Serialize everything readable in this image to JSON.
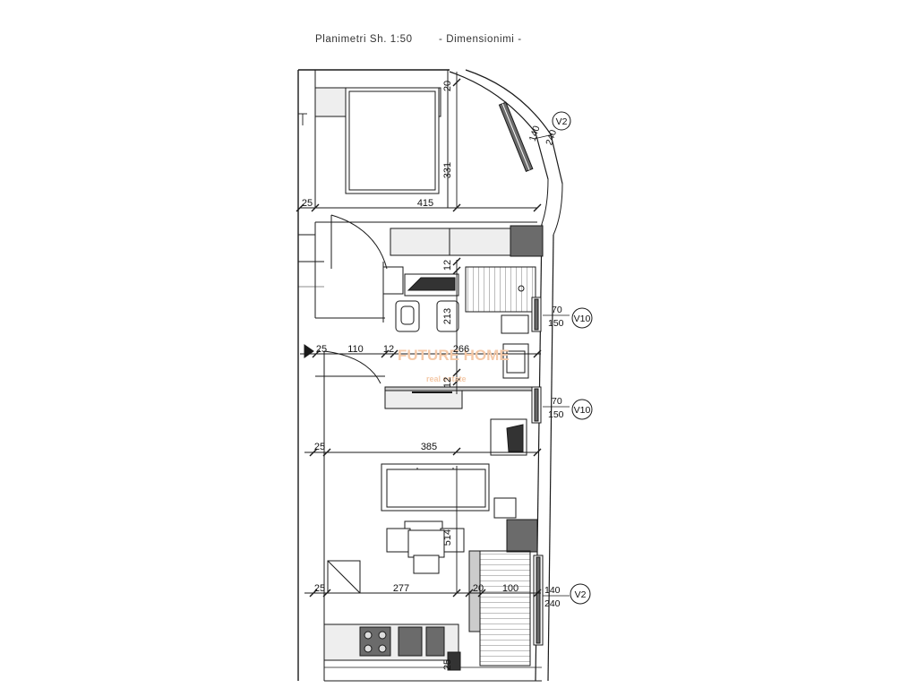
{
  "header": {
    "title": "Planimetri Sh. 1:50",
    "subtitle": "- Dimensionimi -"
  },
  "watermark": {
    "brand": "FUTURE HOME",
    "tagline": "real estate"
  },
  "colors": {
    "line": "#1a1a1a",
    "fill_dark": "#6b6b6b",
    "fill_light": "#eeeeee",
    "wall_light": "#c8c8c8"
  },
  "dimensions": {
    "top_20": "20",
    "bedroom_331": "331",
    "row1_25": "25",
    "row1_415": "415",
    "bath_12a": "12",
    "bath_213": "213",
    "row2_25": "25",
    "row2_110": "110",
    "row2_12": "12",
    "row2_266": "266",
    "bath_12b": "12",
    "row3_25": "25",
    "row3_385": "385",
    "living_514": "514",
    "row4_25": "25",
    "row4_277": "277",
    "row4_20": "20",
    "row4_100": "100",
    "bottom_25": "25"
  },
  "windows": [
    {
      "w": "140",
      "h": "240",
      "code": "V2"
    },
    {
      "w": "70",
      "h": "150",
      "code": "V10"
    },
    {
      "w": "70",
      "h": "150",
      "code": "V10"
    },
    {
      "w": "140",
      "h": "240",
      "code": "V2"
    }
  ]
}
